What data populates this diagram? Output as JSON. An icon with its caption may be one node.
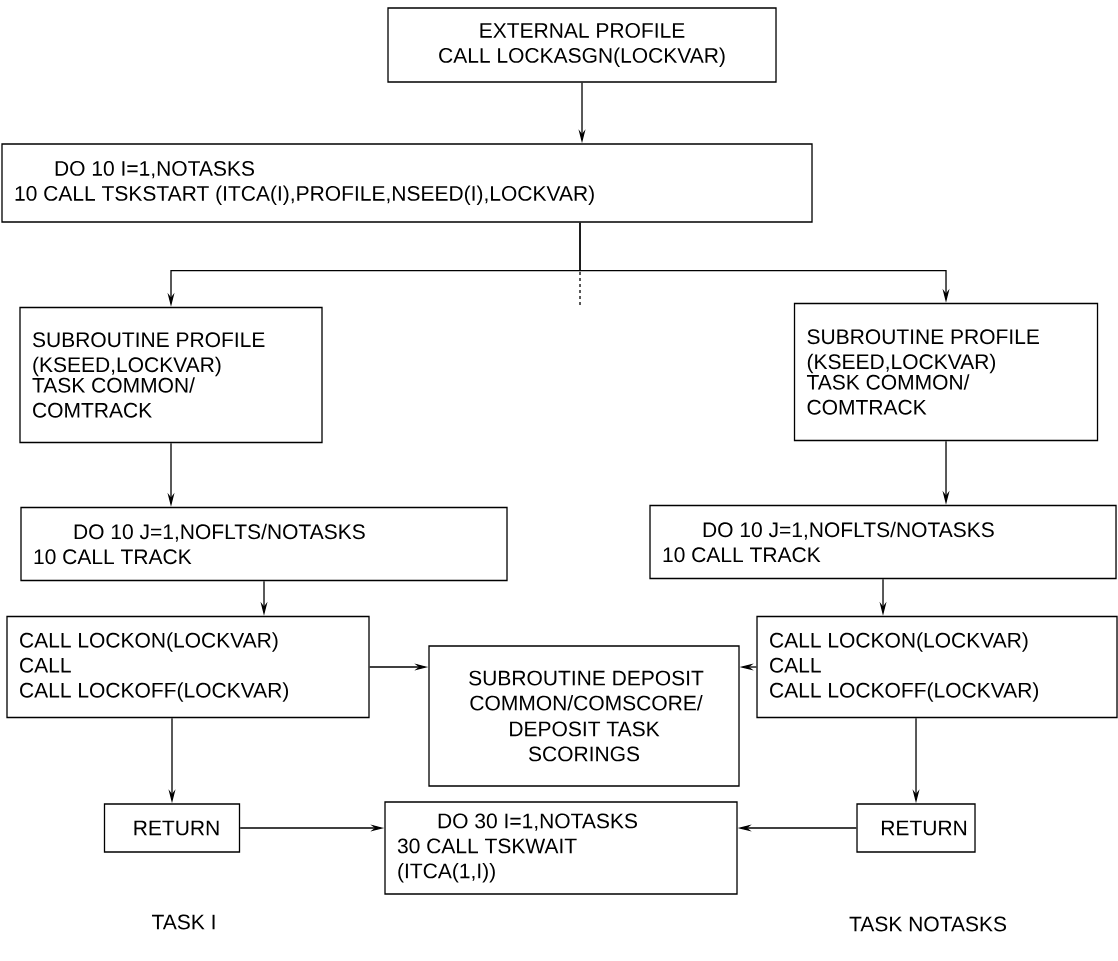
{
  "diagram": {
    "nodes": [
      {
        "text": [
          "EXTERNAL PROFILE",
          "CALL LOCKASGN(LOCKVAR)"
        ]
      },
      {
        "text": [
          "DO 10 I=1,NOTASKS",
          "10 CALL TSKSTART (ITCA(I),PROFILE,NSEED(I),LOCKVAR)"
        ]
      },
      {
        "text": [
          "SUBROUTINE PROFILE (KSEED,LOCKVAR)",
          "TASK COMMON/ COMTRACK"
        ]
      },
      {
        "text": [
          "SUBROUTINE PROFILE (KSEED,LOCKVAR)",
          "TASK COMMON/ COMTRACK"
        ]
      },
      {
        "text": [
          "DO 10 J=1,NOFLTS/NOTASKS",
          "10 CALL TRACK"
        ]
      },
      {
        "text": [
          "DO 10 J=1,NOFLTS/NOTASKS",
          "10 CALL TRACK"
        ]
      },
      {
        "text": [
          "CALL LOCKON(LOCKVAR)",
          "CALL",
          "CALL LOCKOFF(LOCKVAR)"
        ]
      },
      {
        "text": [
          "SUBROUTINE DEPOSIT COMMON/COMSCORE/",
          "DEPOSIT TASK SCORINGS"
        ]
      },
      {
        "text": [
          "CALL LOCKON(LOCKVAR)",
          "CALL",
          "CALL LOCKOFF(LOCKVAR)"
        ]
      },
      {
        "text": [
          "RETURN"
        ]
      },
      {
        "text": [
          "DO 30 I=1,NOTASKS",
          "30 CALL TSKWAIT (ITCA(1,I))"
        ]
      },
      {
        "text": [
          "RETURN"
        ]
      }
    ],
    "edges": [
      {
        "from": 0,
        "to": 1,
        "arrow": "to"
      },
      {
        "from": 1,
        "to": 2,
        "arrow": "to"
      },
      {
        "from": 1,
        "to": 3,
        "arrow": "to"
      },
      {
        "from": 2,
        "to": 4,
        "arrow": "to"
      },
      {
        "from": 3,
        "to": 5,
        "arrow": "to"
      },
      {
        "from": 4,
        "to": 6,
        "arrow": "to"
      },
      {
        "from": 5,
        "to": 8,
        "arrow": "to"
      },
      {
        "from": 6,
        "to": 7,
        "arrow": "to"
      },
      {
        "from": 8,
        "to": 7,
        "arrow": "to"
      },
      {
        "from": 6,
        "to": 9,
        "arrow": "to"
      },
      {
        "from": 8,
        "to": 11,
        "arrow": "to"
      },
      {
        "from": 9,
        "to": 10,
        "arrow": "to"
      },
      {
        "from": 11,
        "to": 10,
        "arrow": "to"
      }
    ],
    "labels": [
      "TASK I",
      "TASK NOTASKS"
    ]
  }
}
